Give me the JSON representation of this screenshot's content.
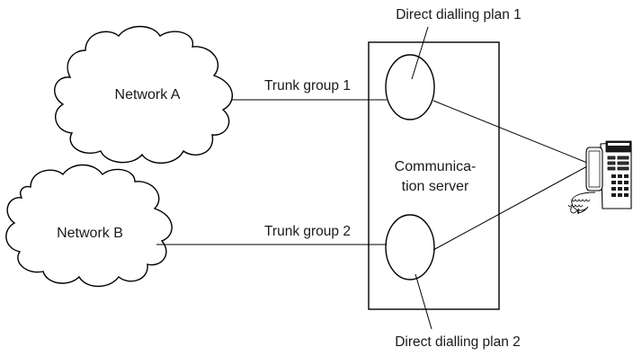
{
  "diagram": {
    "networks": [
      {
        "id": "network-a",
        "label": "Network A"
      },
      {
        "id": "network-b",
        "label": "Network B"
      }
    ],
    "trunk_groups": [
      {
        "id": "trunk-group-1",
        "label": "Trunk group 1"
      },
      {
        "id": "trunk-group-2",
        "label": "Trunk group 2"
      }
    ],
    "server": {
      "label_line1": "Communica-",
      "label_line2": "tion server"
    },
    "dialling_plans": [
      {
        "id": "direct-dialling-plan-1",
        "label": "Direct dialling plan 1"
      },
      {
        "id": "direct-dialling-plan-2",
        "label": "Direct dialling plan 2"
      }
    ],
    "icons": {
      "endpoint": "telephone-icon"
    }
  }
}
